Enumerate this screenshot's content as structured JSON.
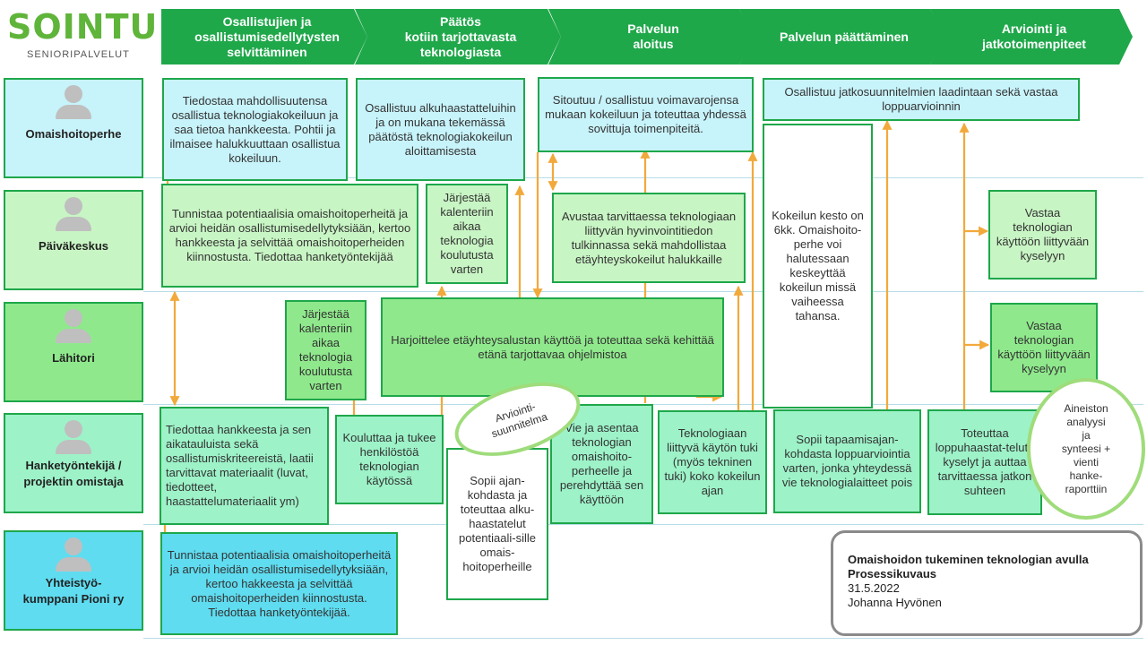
{
  "logo": {
    "name": "SOINTU",
    "subtitle": "SENIORIPALVELUT"
  },
  "phases": [
    "Osallistujien ja\nosallistumisedellytysten\nselvittäminen",
    "Päätös\nkotiin tarjottavasta\nteknologiasta",
    "Palvelun\naloitus",
    "Palvelun päättäminen",
    "Arviointi ja\njatkotoimenpiteet"
  ],
  "lanes": [
    "Omaishoitoperhe",
    "Päiväkeskus",
    "Lähitori",
    "Hanketyöntekijä /\nprojektin omistaja",
    "Yhteistyö-\nkumppani Pioni ry"
  ],
  "boxes": {
    "b1": "Tiedostaa mahdollisuutensa osallistua teknologiakokeiluun ja saa tietoa hankkeesta. Pohtii ja ilmaisee halukkuuttaan osallistua kokeiluun.",
    "b2": "Osallistuu alkuhaastatteluihin ja on mukana tekemässä päätöstä teknologiakokeilun aloittamisesta",
    "b3": "Sitoutuu / osallistuu voimavarojensa mukaan kokeiluun ja toteuttaa yhdessä sovittuja toimenpiteitä.",
    "b4": "Osallistuu jatkosuunnitelmien laadintaan sekä vastaa loppuarvioinnin",
    "b5": "Tunnistaa potentiaalisia omaishoitoperheitä ja arvioi heidän osallistumisedellytyksiään, kertoo hankkeesta ja selvittää omaishoitoperheiden kiinnostusta. Tiedottaa hanketyöntekijää",
    "b6": "Järjestää\nkalenteriin\naikaa\nteknologia\nkoulutusta\nvarten",
    "b7": "Avustaa tarvittaessa teknologiaan liittyvän hyvinvointitiedon tulkinnassa sekä mahdollistaa etäyhteyskokeilut halukkaille",
    "b8": "Kokeilun kesto on 6kk. Omaishoito-perhe voi halutessaan keskeyttää kokeilun missä vaiheessa tahansa.",
    "b9": "Vastaa teknologian käyttöön liittyvään kyselyyn",
    "b10": "Järjestää\nkalenteriin\naikaa\nteknologia\nkoulutusta\nvarten",
    "b11": "Harjoittelee etäyhteysalustan käyttöä ja toteuttaa sekä kehittää etänä tarjottavaa ohjelmistoa",
    "b12": "Vastaa teknologian käyttöön liittyvään kyselyyn",
    "b13": "Tiedottaa hankkeesta ja sen aikatauluista sekä osallistumiskriteereistä, laatii tarvittavat materiaalit (luvat, tiedotteet, haastattelumateriaalit ym)",
    "b14": "Kouluttaa ja tukee henkilöstöä teknologian käytössä",
    "b15": "Sopii ajan-kohdasta ja toteuttaa alku-haastatelut potentiaali-sille omais-hoitoperheille",
    "b16": "Vie ja asentaa teknologian omaishoito-perheelle ja perehdyttää sen käyttöön",
    "b17": "Teknologiaan liittyvä käytön tuki (myös tekninen tuki) koko kokeilun ajan",
    "b18": "Sopii tapaamisajan-kohdasta loppuarviointia varten, jonka yhteydessä vie teknologialaitteet pois",
    "b19": "Toteuttaa loppuhaastat-telut / kyselyt ja auttaa tarvittaessa jatkon suhteen",
    "b20": "Tunnistaa potentiaalisia omaishoitoperheitä ja arvioi heidän osallistumisedellytyksiään, kertoo hakkeesta ja selvittää omaishoitoperheiden kiinnostusta. Tiedottaa hanketyöntekijää."
  },
  "ovals": {
    "o1": "Arviointi-\nsuunnitelma",
    "o2": "Aineiston\nanalyysi\nja\nsynteesi +\nvienti\nhanke-\nraporttiin"
  },
  "info": {
    "title": "Omaishoidon tukeminen teknologian avulla\nProsessikuvaus",
    "date": "31.5.2022",
    "author": "Johanna Hyvönen"
  },
  "colors": {
    "green": "#1fa84a",
    "arrow": "#f2a93b",
    "light_cyan": "#c7f3fa",
    "cyan": "#5fdcf0",
    "light_green": "#c8f5c4",
    "green_box": "#8fe98c",
    "mint": "#9df2c8"
  }
}
